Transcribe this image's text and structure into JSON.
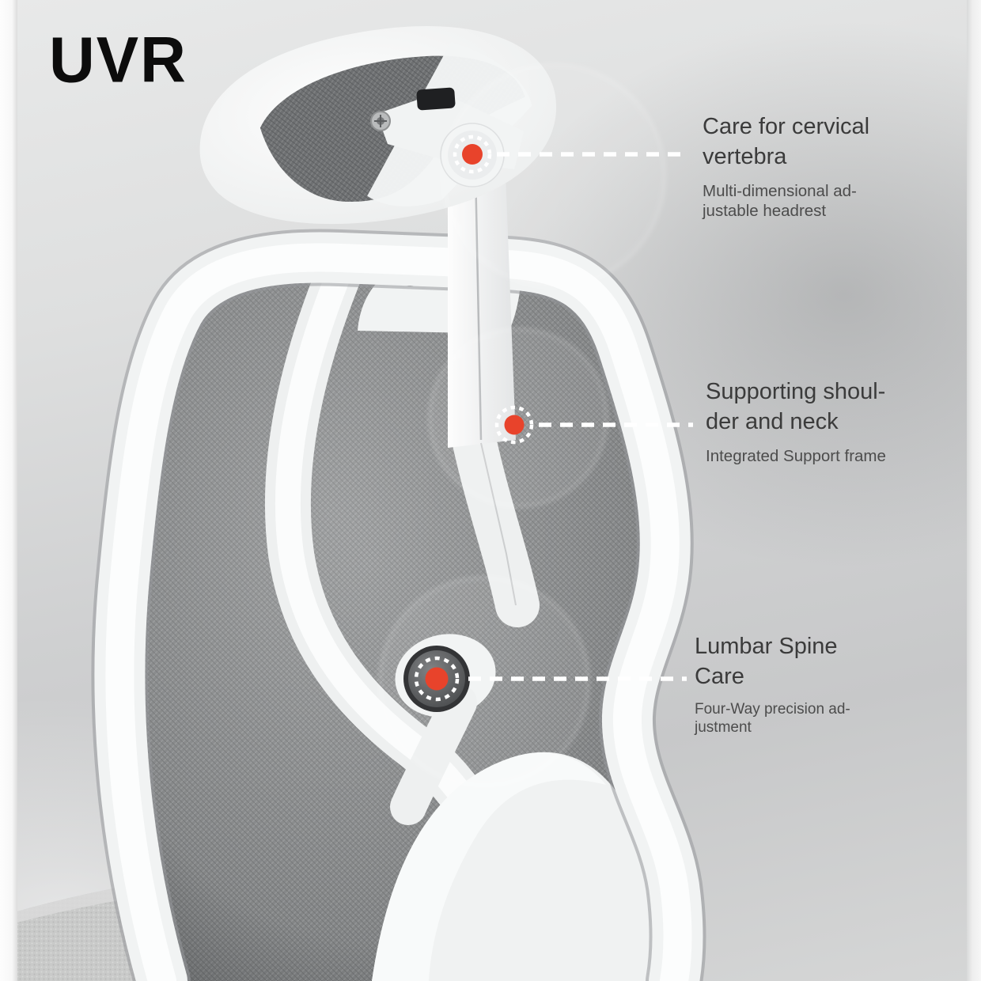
{
  "brand": {
    "logo": "UVR"
  },
  "callouts": [
    {
      "name": "cervical-care",
      "title_lines": [
        "Care for cervical",
        "vertebra"
      ],
      "subtitle_lines": [
        "Multi-dimensional ad-",
        "justable headrest"
      ],
      "marker": "red-dot-with-dashed-ring"
    },
    {
      "name": "shoulder-support",
      "title_lines": [
        "Supporting shoul-",
        "der and neck"
      ],
      "subtitle_lines": [
        "Integrated Support frame"
      ],
      "marker": "red-dot-with-dashed-ring"
    },
    {
      "name": "lumbar-care",
      "title_lines": [
        "Lumbar Spine",
        "Care"
      ],
      "subtitle_lines": [
        "Four-Way precision ad-",
        "justment"
      ],
      "marker": "red-dot-with-dashed-ring"
    }
  ],
  "colors": {
    "accent_red": "#e8432b",
    "title_text": "#3b3b3b",
    "subtitle_text": "#4c4c4c",
    "background_gray": "#d0d1d2",
    "chair_frame_white": "#f2f4f4",
    "mesh_gray": "#8d8f90",
    "leader_line": "#ffffff"
  },
  "scene": {
    "subject": "white ergonomic mesh office chair, rear three-quarter view",
    "parts": [
      "headrest",
      "headrest-bracket",
      "backrest-frame",
      "backrest-mesh",
      "lumbar-knob",
      "seat-cushion"
    ]
  }
}
